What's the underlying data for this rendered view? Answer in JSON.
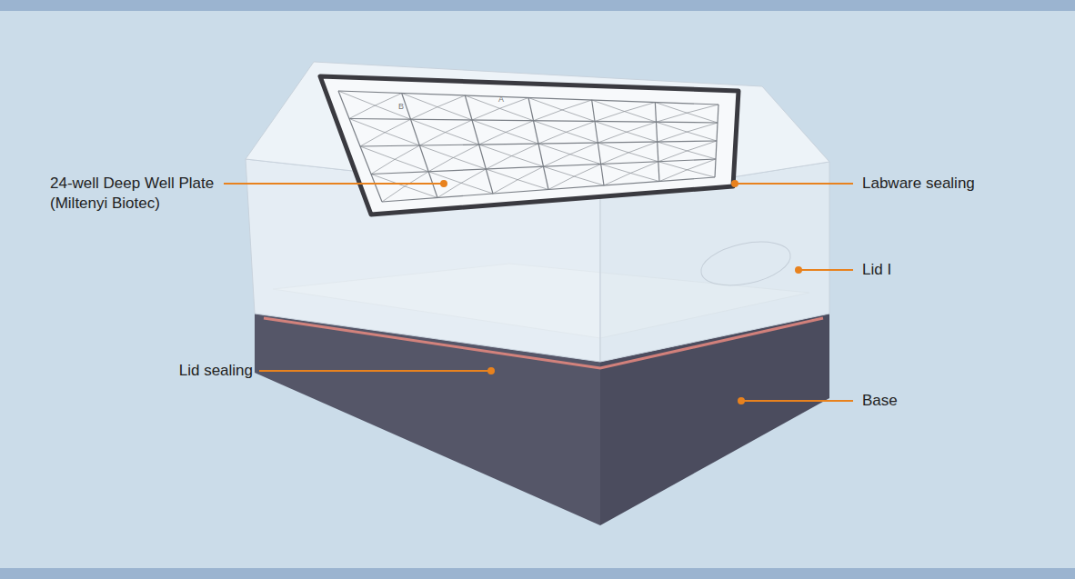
{
  "diagram": {
    "labels": [
      "24-well Deep Well Plate (Miltenyi Biotec)",
      "Labware sealing",
      "Lid I",
      "Lid sealing",
      "Base",
      "A",
      "B"
    ]
  }
}
